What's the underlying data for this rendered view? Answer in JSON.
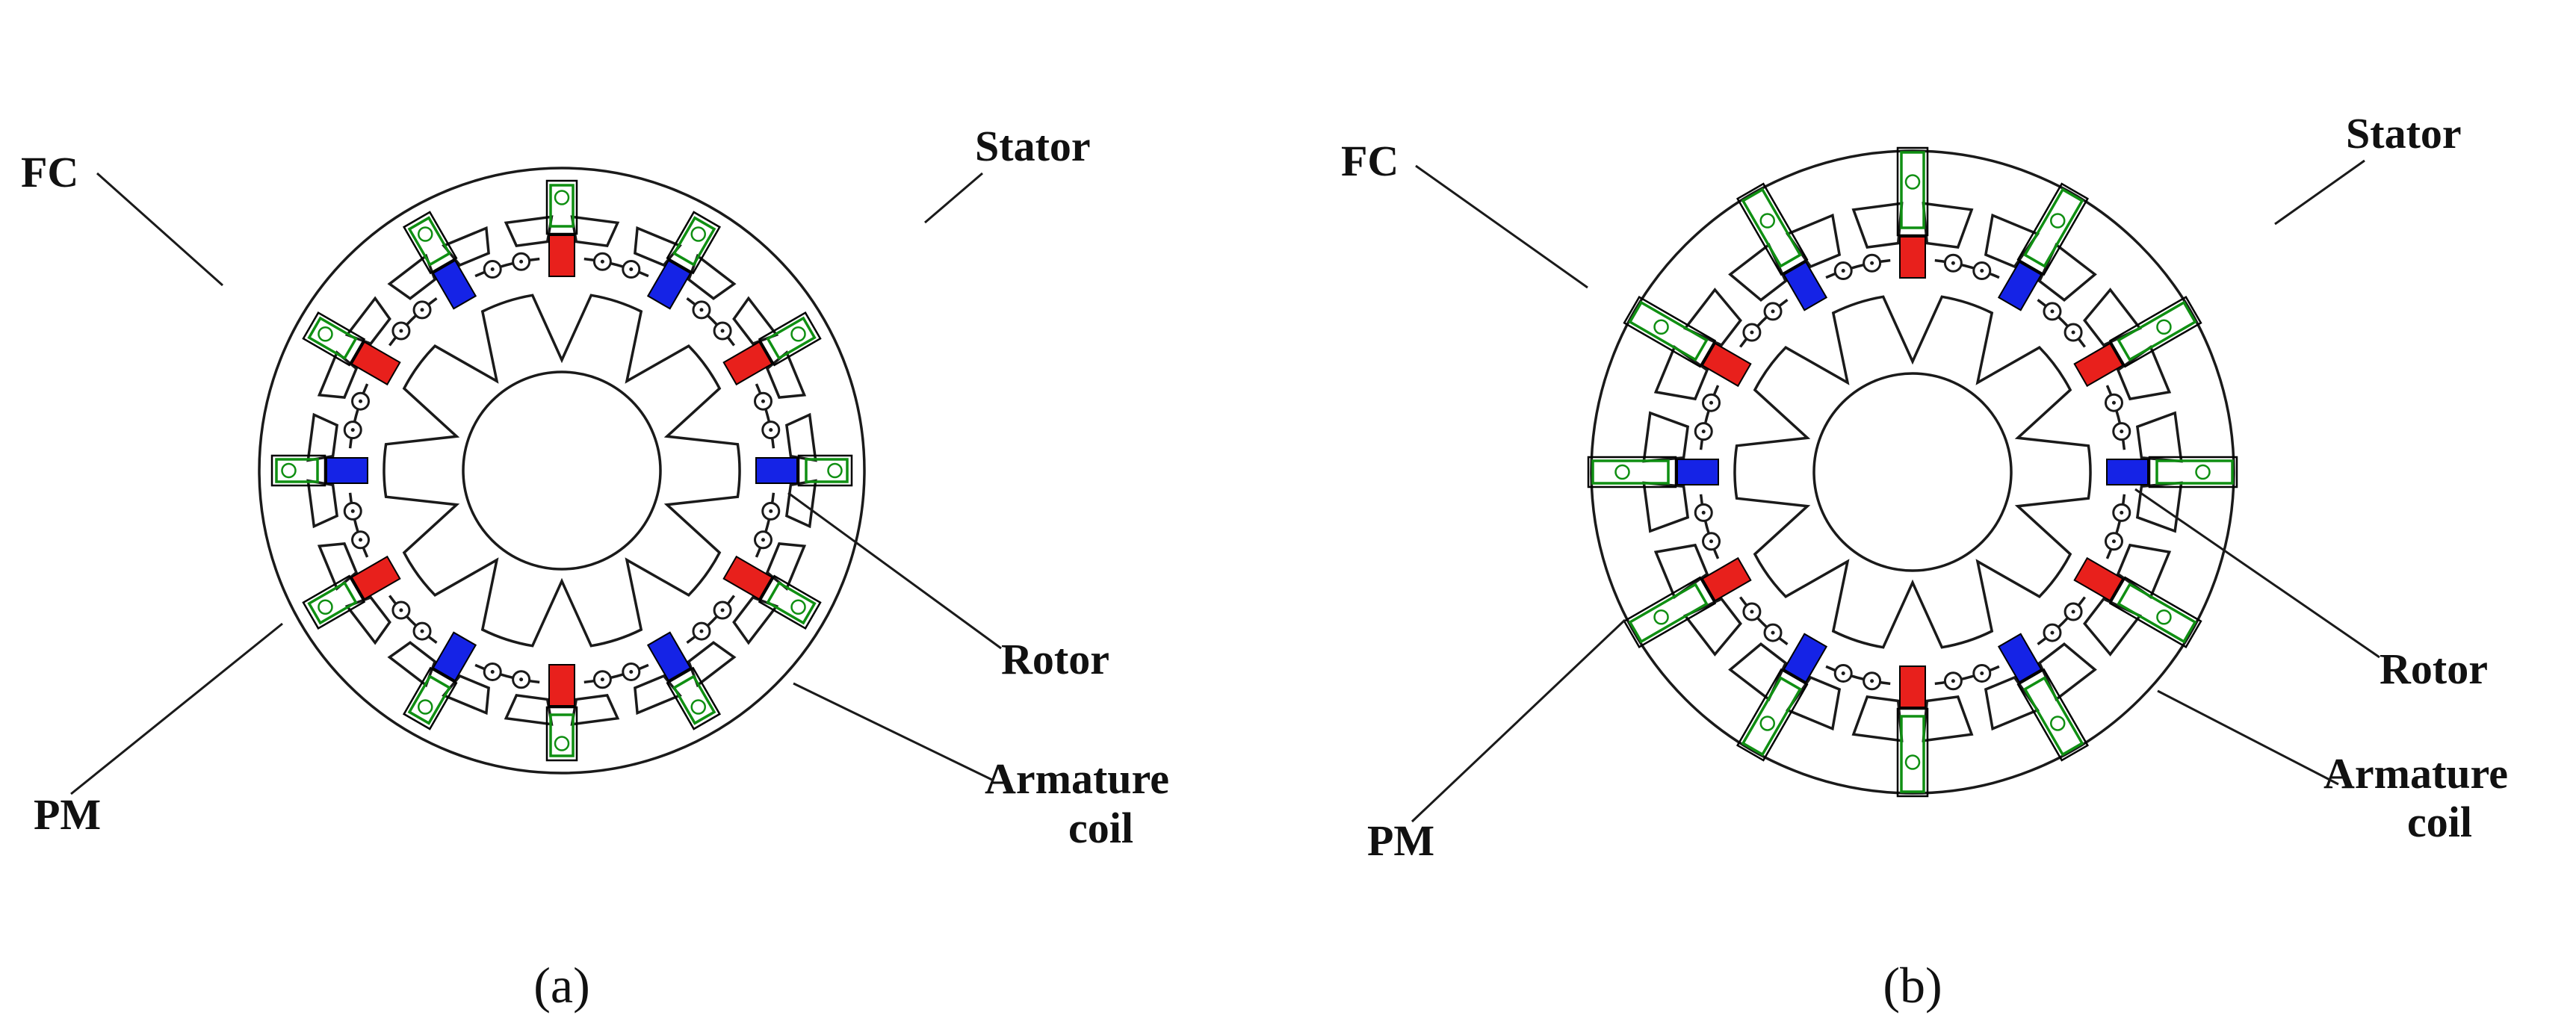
{
  "figure": {
    "panels": [
      {
        "id": "a",
        "caption": "(a)",
        "labels": {
          "fc": "FC",
          "stator": "Stator",
          "rotor": "Rotor",
          "pm": "PM",
          "armature_line1": "Armature",
          "armature_line2": "coil"
        }
      },
      {
        "id": "b",
        "caption": "(b)",
        "labels": {
          "fc": "FC",
          "stator": "Stator",
          "rotor": "Rotor",
          "pm": "PM",
          "armature_line1": "Armature",
          "armature_line2": "coil"
        }
      }
    ],
    "colors": {
      "outline": "#1a1a1a",
      "pm_red": "#e8201c",
      "pm_blue": "#1523e6",
      "field_coil_green": "#0f8f12",
      "background": "#ffffff"
    },
    "magnet_polarity": [
      "red",
      "blue",
      "red",
      "blue",
      "red",
      "blue",
      "red",
      "blue",
      "red",
      "blue",
      "red",
      "blue"
    ]
  }
}
